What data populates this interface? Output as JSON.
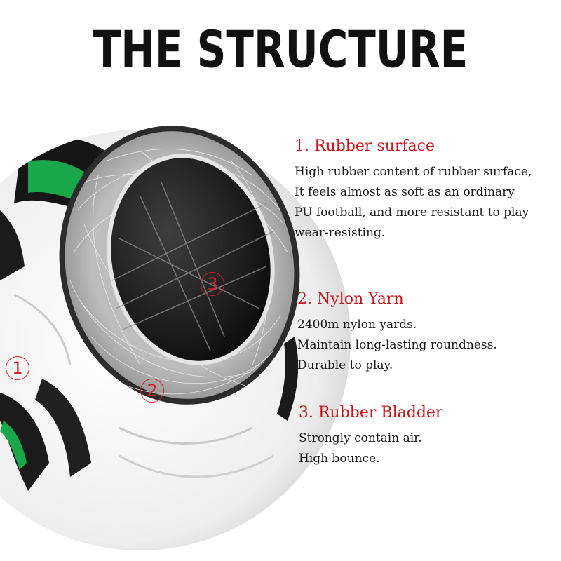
{
  "title": "THE STRUCTURE",
  "markers": [
    "1",
    "2",
    "3"
  ],
  "sections": [
    {
      "heading": "1. Rubber surface",
      "lines": [
        "High rubber content of rubber surface,",
        "It feels almost as soft as an ordinary",
        "PU football, and more resistant to play",
        "wear-resisting."
      ]
    },
    {
      "heading": "2. Nylon Yarn",
      "lines": [
        "2400m nylon yards.",
        "Maintain long-lasting  roundness.",
        "Durable to play."
      ]
    },
    {
      "heading": "3. Rubber Bladder",
      "lines": [
        "Strongly contain air.",
        "High bounce."
      ]
    }
  ],
  "colors": {
    "heading": "#c8151c",
    "marker": "#d11f26",
    "accent_green": "#1aa64a",
    "text": "#1a1a1a"
  }
}
